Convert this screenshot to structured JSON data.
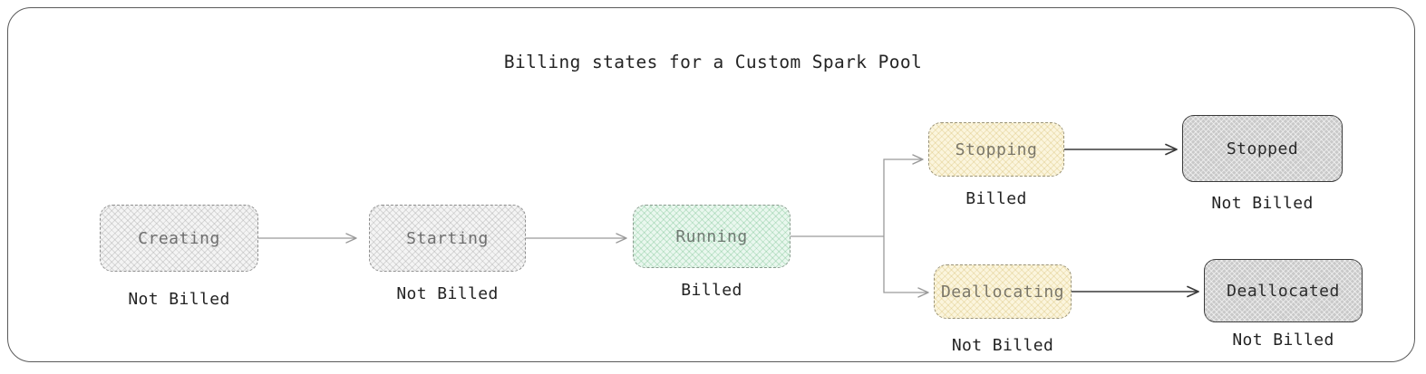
{
  "diagram": {
    "title": "Billing states for a Custom Spark Pool",
    "type": "state-flow",
    "colors": {
      "frame_border": "#5a5a5a",
      "background": "#ffffff",
      "state_light_fill": "#f4f4f4",
      "state_green_fill": "#e9f7ee",
      "state_yellow_fill": "#fbf5dd",
      "state_dark_fill": "#c9c9c9",
      "edge_light": "#9a9a9a",
      "edge_dark": "#3a3a3a",
      "caption_text": "#232323"
    },
    "nodes": [
      {
        "id": "creating",
        "label": "Creating",
        "billing": "Not Billed",
        "style": "light"
      },
      {
        "id": "starting",
        "label": "Starting",
        "billing": "Not Billed",
        "style": "light"
      },
      {
        "id": "running",
        "label": "Running",
        "billing": "Billed",
        "style": "green"
      },
      {
        "id": "stopping",
        "label": "Stopping",
        "billing": "Billed",
        "style": "yellow"
      },
      {
        "id": "stopped",
        "label": "Stopped",
        "billing": "Not Billed",
        "style": "dark"
      },
      {
        "id": "deallocating",
        "label": "Deallocating",
        "billing": "Not Billed",
        "style": "yellow"
      },
      {
        "id": "deallocated",
        "label": "Deallocated",
        "billing": "Not Billed",
        "style": "dark"
      }
    ],
    "edges": [
      {
        "from": "creating",
        "to": "starting",
        "style": "light"
      },
      {
        "from": "starting",
        "to": "running",
        "style": "light"
      },
      {
        "from": "running",
        "to": "stopping",
        "style": "light"
      },
      {
        "from": "running",
        "to": "deallocating",
        "style": "light"
      },
      {
        "from": "stopping",
        "to": "stopped",
        "style": "dark"
      },
      {
        "from": "deallocating",
        "to": "deallocated",
        "style": "dark"
      }
    ]
  }
}
